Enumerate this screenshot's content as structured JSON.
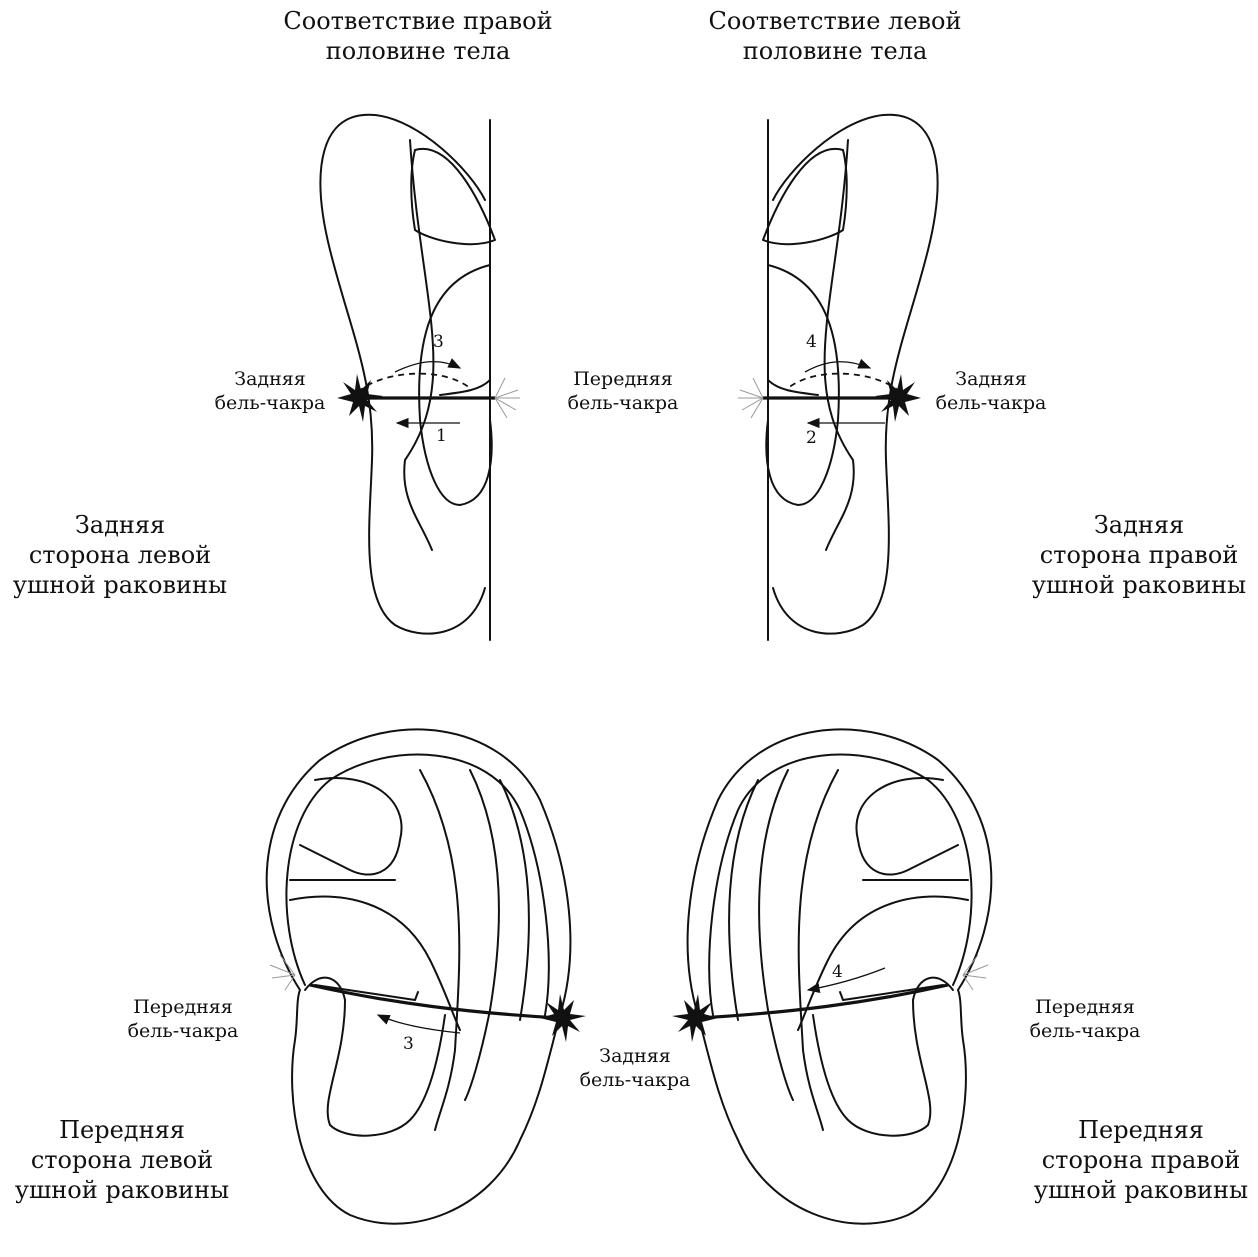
{
  "titles": {
    "top_left": "Соответствие правой\nполовине тела",
    "top_right": "Соответствие левой\nполовине тела"
  },
  "side_captions": {
    "back_left": "Задняя\nсторона левой\nушной раковины",
    "back_right": "Задняя\nсторона правой\nушной раковины",
    "front_left": "Передняя\nсторона левой\nушной раковины",
    "front_right": "Передняя\nсторона правой\nушной раковины"
  },
  "point_labels": {
    "tl_back": "Задняя\nбель-чакра",
    "tl_front": "Передняя\nбель-чакра",
    "tr_front": "Передняя\nбель-чакра",
    "tr_back": "Задняя\nбель-чакра",
    "bl_front": "Передняя\nбель-чакра",
    "center_back": "Задняя\nбель-чакра",
    "br_front": "Передняя\nбель-чакра"
  },
  "arrow_numbers": {
    "tl_upper": "3",
    "tl_lower": "1",
    "tr_upper": "4",
    "tr_lower": "2",
    "bl": "3",
    "br": "4"
  }
}
